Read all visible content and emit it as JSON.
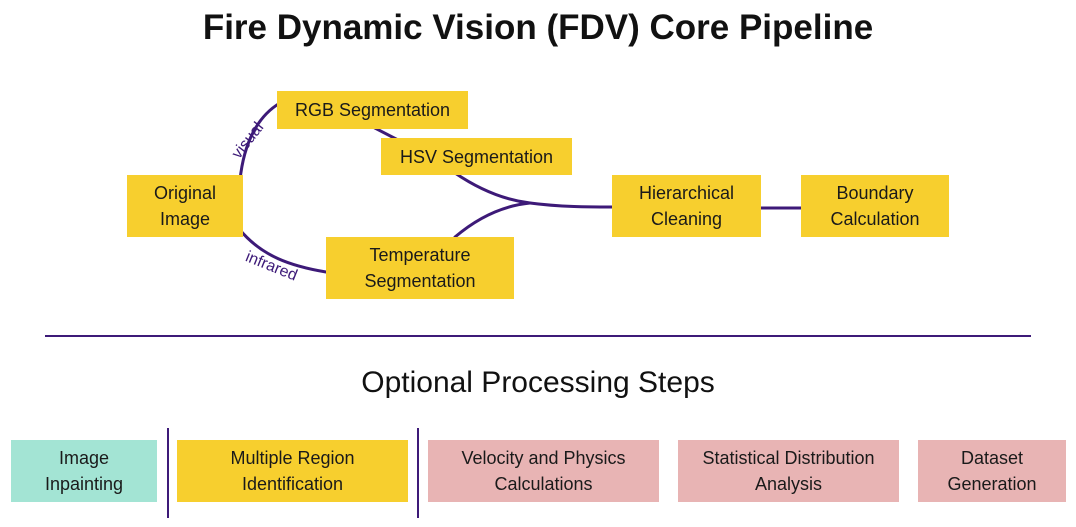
{
  "title": "Fire Dynamic Vision (FDV) Core Pipeline",
  "colors": {
    "core": "#f7cf2e",
    "line": "#3d1a78",
    "teal": "#a3e4d4",
    "pink": "#e8b4b4"
  },
  "core": {
    "original": "Original\nImage",
    "rgb": "RGB Segmentation",
    "hsv": "HSV Segmentation",
    "temp": "Temperature\nSegmentation",
    "cleaning": "Hierarchical\nCleaning",
    "boundary": "Boundary\nCalculation"
  },
  "edge_labels": {
    "visual": "visual",
    "infrared": "infrared"
  },
  "optional": {
    "title": "Optional Processing Steps",
    "inpainting": "Image\nInpainting",
    "multi_region": "Multiple Region\nIdentification",
    "velocity": "Velocity and Physics\nCalculations",
    "statistics": "Statistical Distribution\nAnalysis",
    "dataset": "Dataset\nGeneration"
  }
}
